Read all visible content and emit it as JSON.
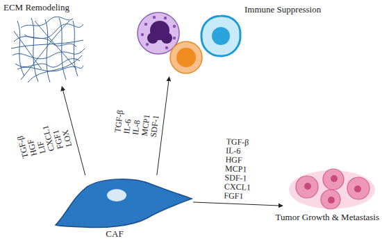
{
  "diagram": {
    "nodes": [
      {
        "text": [
          "ECM Remodeling"
        ]
      },
      {
        "text": [
          "Immune Suppression"
        ]
      },
      {
        "text": [
          "Tumor Growth & Metastasis"
        ]
      },
      {
        "text": [
          "CAF"
        ]
      }
    ],
    "edges": [
      {
        "from": 3,
        "to": 0,
        "arrow": "to",
        "label": "TGF-β HGF LIF CXCL1 FGF1 LOX"
      },
      {
        "from": 3,
        "to": 1,
        "arrow": "to",
        "label": "TGF-β IL-6 IL-8 MCP1 SDF-1"
      },
      {
        "from": 3,
        "to": 2,
        "arrow": "to",
        "label": "TGF-β IL-6 HGF MCP1 SDF-1 CXCL1 FGF1"
      }
    ]
  }
}
